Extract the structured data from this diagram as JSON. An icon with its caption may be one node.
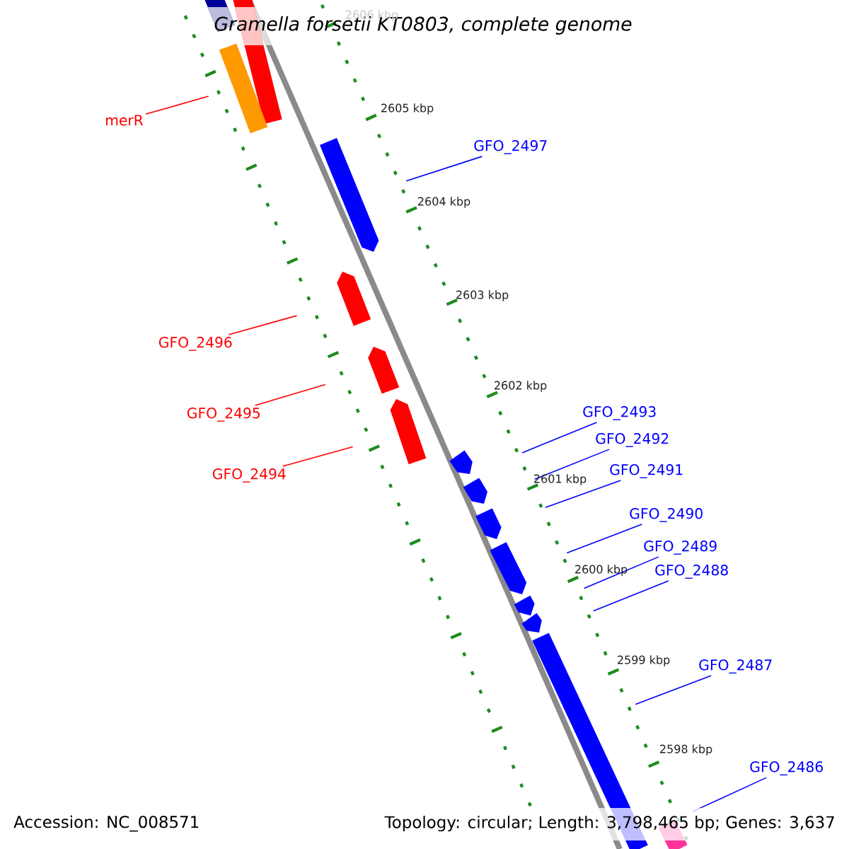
{
  "diagram": {
    "title": "Gramella forsetii KT0803, complete genome",
    "nodes": [
      {
        "text": [
          "merR"
        ]
      },
      {
        "text": [
          "GFO_2497"
        ]
      },
      {
        "text": [
          "GFO_2496"
        ]
      },
      {
        "text": [
          "GFO_2495"
        ]
      },
      {
        "text": [
          "GFO_2494"
        ]
      },
      {
        "text": [
          "GFO_2493"
        ]
      },
      {
        "text": [
          "GFO_2492"
        ]
      },
      {
        "text": [
          "GFO_2491"
        ]
      },
      {
        "text": [
          "GFO_2490"
        ]
      },
      {
        "text": [
          "GFO_2489"
        ]
      },
      {
        "text": [
          "GFO_2488"
        ]
      },
      {
        "text": [
          "GFO_2487"
        ]
      },
      {
        "text": [
          "GFO_2486"
        ]
      },
      {
        "text": [],
        "shape": "arrow"
      },
      {
        "text": [],
        "shape": "arrow"
      },
      {
        "text": [],
        "shape": "arrow"
      },
      {
        "text": [],
        "shape": "arrow"
      },
      {
        "text": [],
        "shape": "arrow"
      },
      {
        "text": [],
        "shape": "arrow"
      },
      {
        "text": [],
        "shape": "arrow"
      },
      {
        "text": [],
        "shape": "arrow"
      },
      {
        "text": [],
        "shape": "arrow"
      },
      {
        "text": [],
        "shape": "arrow"
      },
      {
        "text": [],
        "shape": "arrow"
      },
      {
        "text": [],
        "shape": "arrow"
      },
      {
        "text": [],
        "shape": "arrow"
      },
      {
        "text": [],
        "shape": "arrow"
      },
      {
        "text": [],
        "shape": "arrow"
      }
    ],
    "edges": [
      {
        "from": 0,
        "to": 15,
        "arrow": "none",
        "color": "#ff0000"
      },
      {
        "from": 1,
        "to": 16,
        "arrow": "none"
      },
      {
        "from": 2,
        "to": 17,
        "arrow": "none",
        "color": "#ff0000"
      },
      {
        "from": 3,
        "to": 18,
        "arrow": "none",
        "color": "#ff0000"
      },
      {
        "from": 4,
        "to": 19,
        "arrow": "none",
        "color": "#ff0000"
      },
      {
        "from": 5,
        "to": 20,
        "arrow": "none"
      },
      {
        "from": 6,
        "to": 21,
        "arrow": "none"
      },
      {
        "from": 7,
        "to": 22,
        "arrow": "none"
      },
      {
        "from": 8,
        "to": 23,
        "arrow": "none"
      },
      {
        "from": 9,
        "to": 24,
        "arrow": "none"
      },
      {
        "from": 10,
        "to": 25,
        "arrow": "none"
      },
      {
        "from": 11,
        "to": 26,
        "arrow": "none"
      },
      {
        "from": 12,
        "to": 27,
        "arrow": "none"
      }
    ],
    "labels": [
      "2606 kbp",
      "2605 kbp",
      "2604 kbp",
      "2603 kbp",
      "2602 kbp",
      "2601 kbp",
      "2600 kbp",
      "2599 kbp",
      "2598 kbp",
      "Accession: NC_008571",
      "Topology: circular; Length: 3,798,465 bp; Genes: 3,637"
    ]
  }
}
